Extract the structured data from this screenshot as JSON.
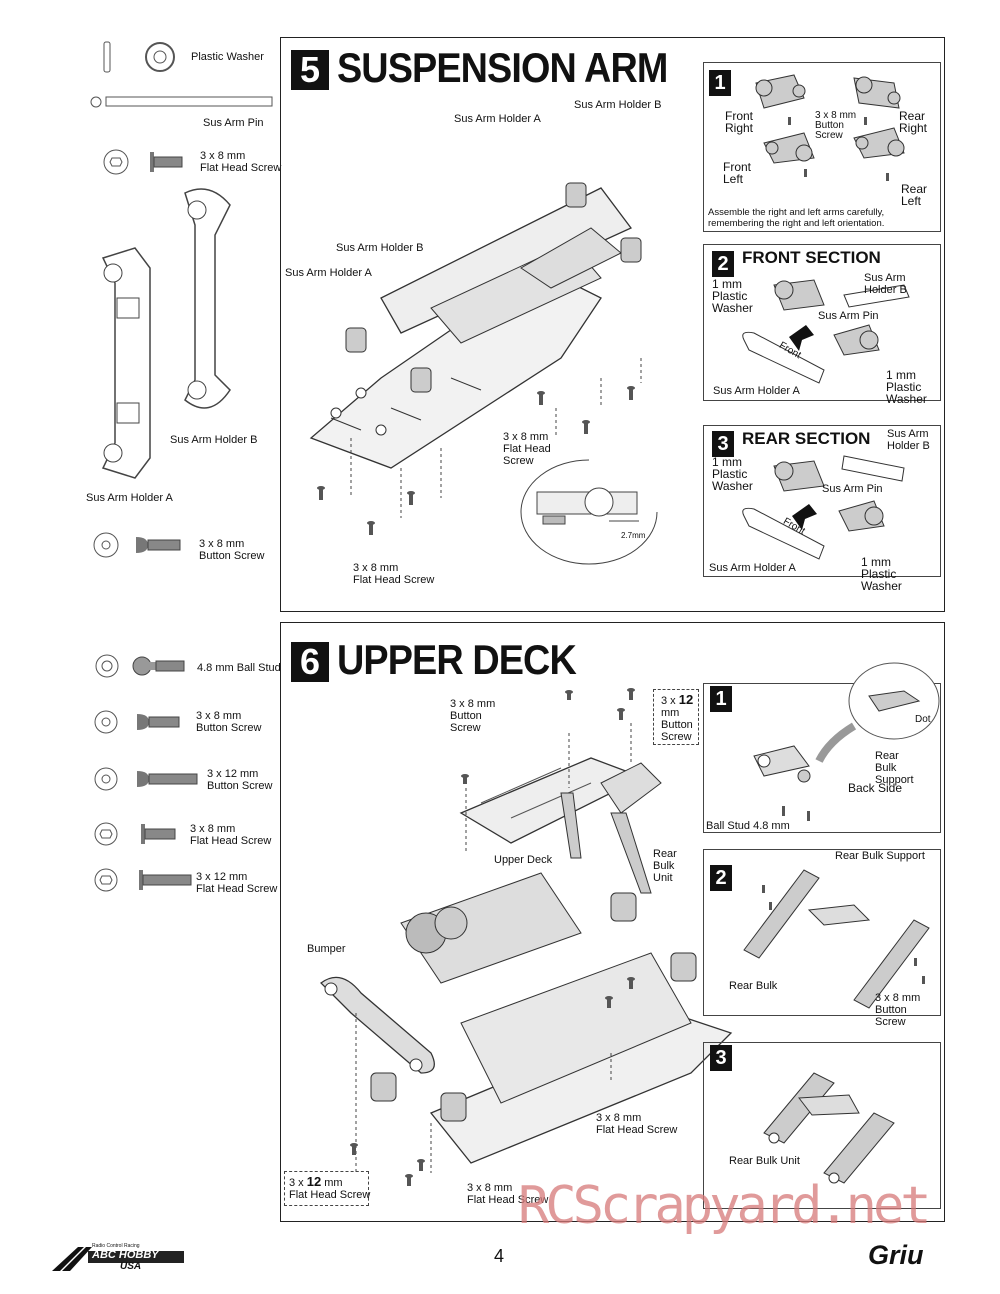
{
  "page_number": "4",
  "watermark": "RCScrapyard.net",
  "brand_left": {
    "small": "Radio Control Racing",
    "main": "ABC HOBBY",
    "sub": "USA"
  },
  "brand_right": "Griu",
  "parts_top": {
    "plastic_washer": "Plastic Washer",
    "sus_arm_pin": "Sus Arm Pin",
    "flat_head_screw": [
      "3 x 8 mm",
      "Flat Head Screw"
    ],
    "sus_arm_holder_b": "Sus Arm Holder B",
    "sus_arm_holder_a": "Sus Arm Holder A",
    "button_screw": [
      "3 x 8 mm",
      "Button Screw"
    ]
  },
  "parts_bottom": {
    "ball_stud": "4.8 mm Ball Stud",
    "button_8": [
      "3 x 8 mm",
      "Button Screw"
    ],
    "button_12": [
      "3 x 12 mm",
      "Button Screw"
    ],
    "flat_8": [
      "3 x 8 mm",
      "Flat Head Screw"
    ],
    "flat_12": [
      "3 x 12 mm",
      "Flat Head Screw"
    ]
  },
  "step5": {
    "number": "5",
    "title": "SUSPENSION ARM",
    "labels": {
      "holder_a_top": "Sus Arm Holder A",
      "holder_b_top": "Sus Arm Holder B",
      "holder_b_left": "Sus Arm Holder B",
      "holder_a_left": "Sus Arm Holder A",
      "flat_right": [
        "3 x 8 mm",
        "Flat Head",
        "Screw"
      ],
      "flat_bottom": [
        "3 x 8 mm",
        "Flat Head Screw"
      ],
      "dimension": "2.7mm"
    },
    "sub1": {
      "number": "1",
      "front_right": [
        "Front",
        "Right"
      ],
      "rear_right": [
        "Rear",
        "Right"
      ],
      "button": [
        "3 x 8 mm",
        "Button",
        "Screw"
      ],
      "front_left": [
        "Front",
        "Left"
      ],
      "rear_left": [
        "Rear",
        "Left"
      ],
      "note": [
        "Assemble the right and left arms carefully,",
        "remembering the right and left orientation."
      ]
    },
    "sub2": {
      "number": "2",
      "title": "FRONT SECTION",
      "holder_b": "Sus Arm Holder B",
      "washer_top": [
        "1 mm",
        "Plastic",
        "Washer"
      ],
      "pin": "Sus Arm Pin",
      "front": "Front",
      "washer_bottom": [
        "1 mm",
        "Plastic",
        "Washer"
      ],
      "holder_a": "Sus Arm Holder A"
    },
    "sub3": {
      "number": "3",
      "title": "REAR SECTION",
      "holder_b": [
        "Sus Arm",
        "Holder B"
      ],
      "washer_top": [
        "1 mm",
        "Plastic",
        "Washer"
      ],
      "pin": "Sus Arm Pin",
      "front": "Front",
      "washer_bottom": [
        "1 mm",
        "Plastic Washer"
      ],
      "holder_a": "Sus Arm Holder A"
    }
  },
  "step6": {
    "number": "6",
    "title": "UPPER DECK",
    "labels": {
      "button_top": [
        "3 x 8 mm",
        "Button",
        "Screw"
      ],
      "button12_pre": "3 x ",
      "button12_num": "12",
      "button12_rest": [
        "mm",
        "Button",
        "Screw"
      ],
      "upper_deck": "Upper Deck",
      "rear_bulk_unit": [
        "Rear",
        "Bulk",
        "Unit"
      ],
      "bumper": "Bumper",
      "flat_right": [
        "3 x 8 mm",
        "Flat Head Screw"
      ],
      "flat_bottom": [
        "3 x 8 mm",
        "Flat Head Screw"
      ],
      "flat12_pre": "3 x ",
      "flat12_num": "12",
      "flat12_rest": " mm",
      "flat12_name": "Flat Head Screw"
    },
    "sub1": {
      "number": "1",
      "dot": "Dot",
      "back_side": "Back Side",
      "rear_bulk_support": [
        "Rear",
        "Bulk",
        "Support"
      ],
      "ball_stud": "Ball Stud 4.8 mm"
    },
    "sub2": {
      "number": "2",
      "rear_bulk_support": "Rear Bulk Support",
      "rear_bulk": "Rear Bulk",
      "button": [
        "3 x 8 mm",
        "Button Screw"
      ]
    },
    "sub3": {
      "number": "3",
      "rear_bulk_unit": "Rear Bulk Unit"
    }
  }
}
